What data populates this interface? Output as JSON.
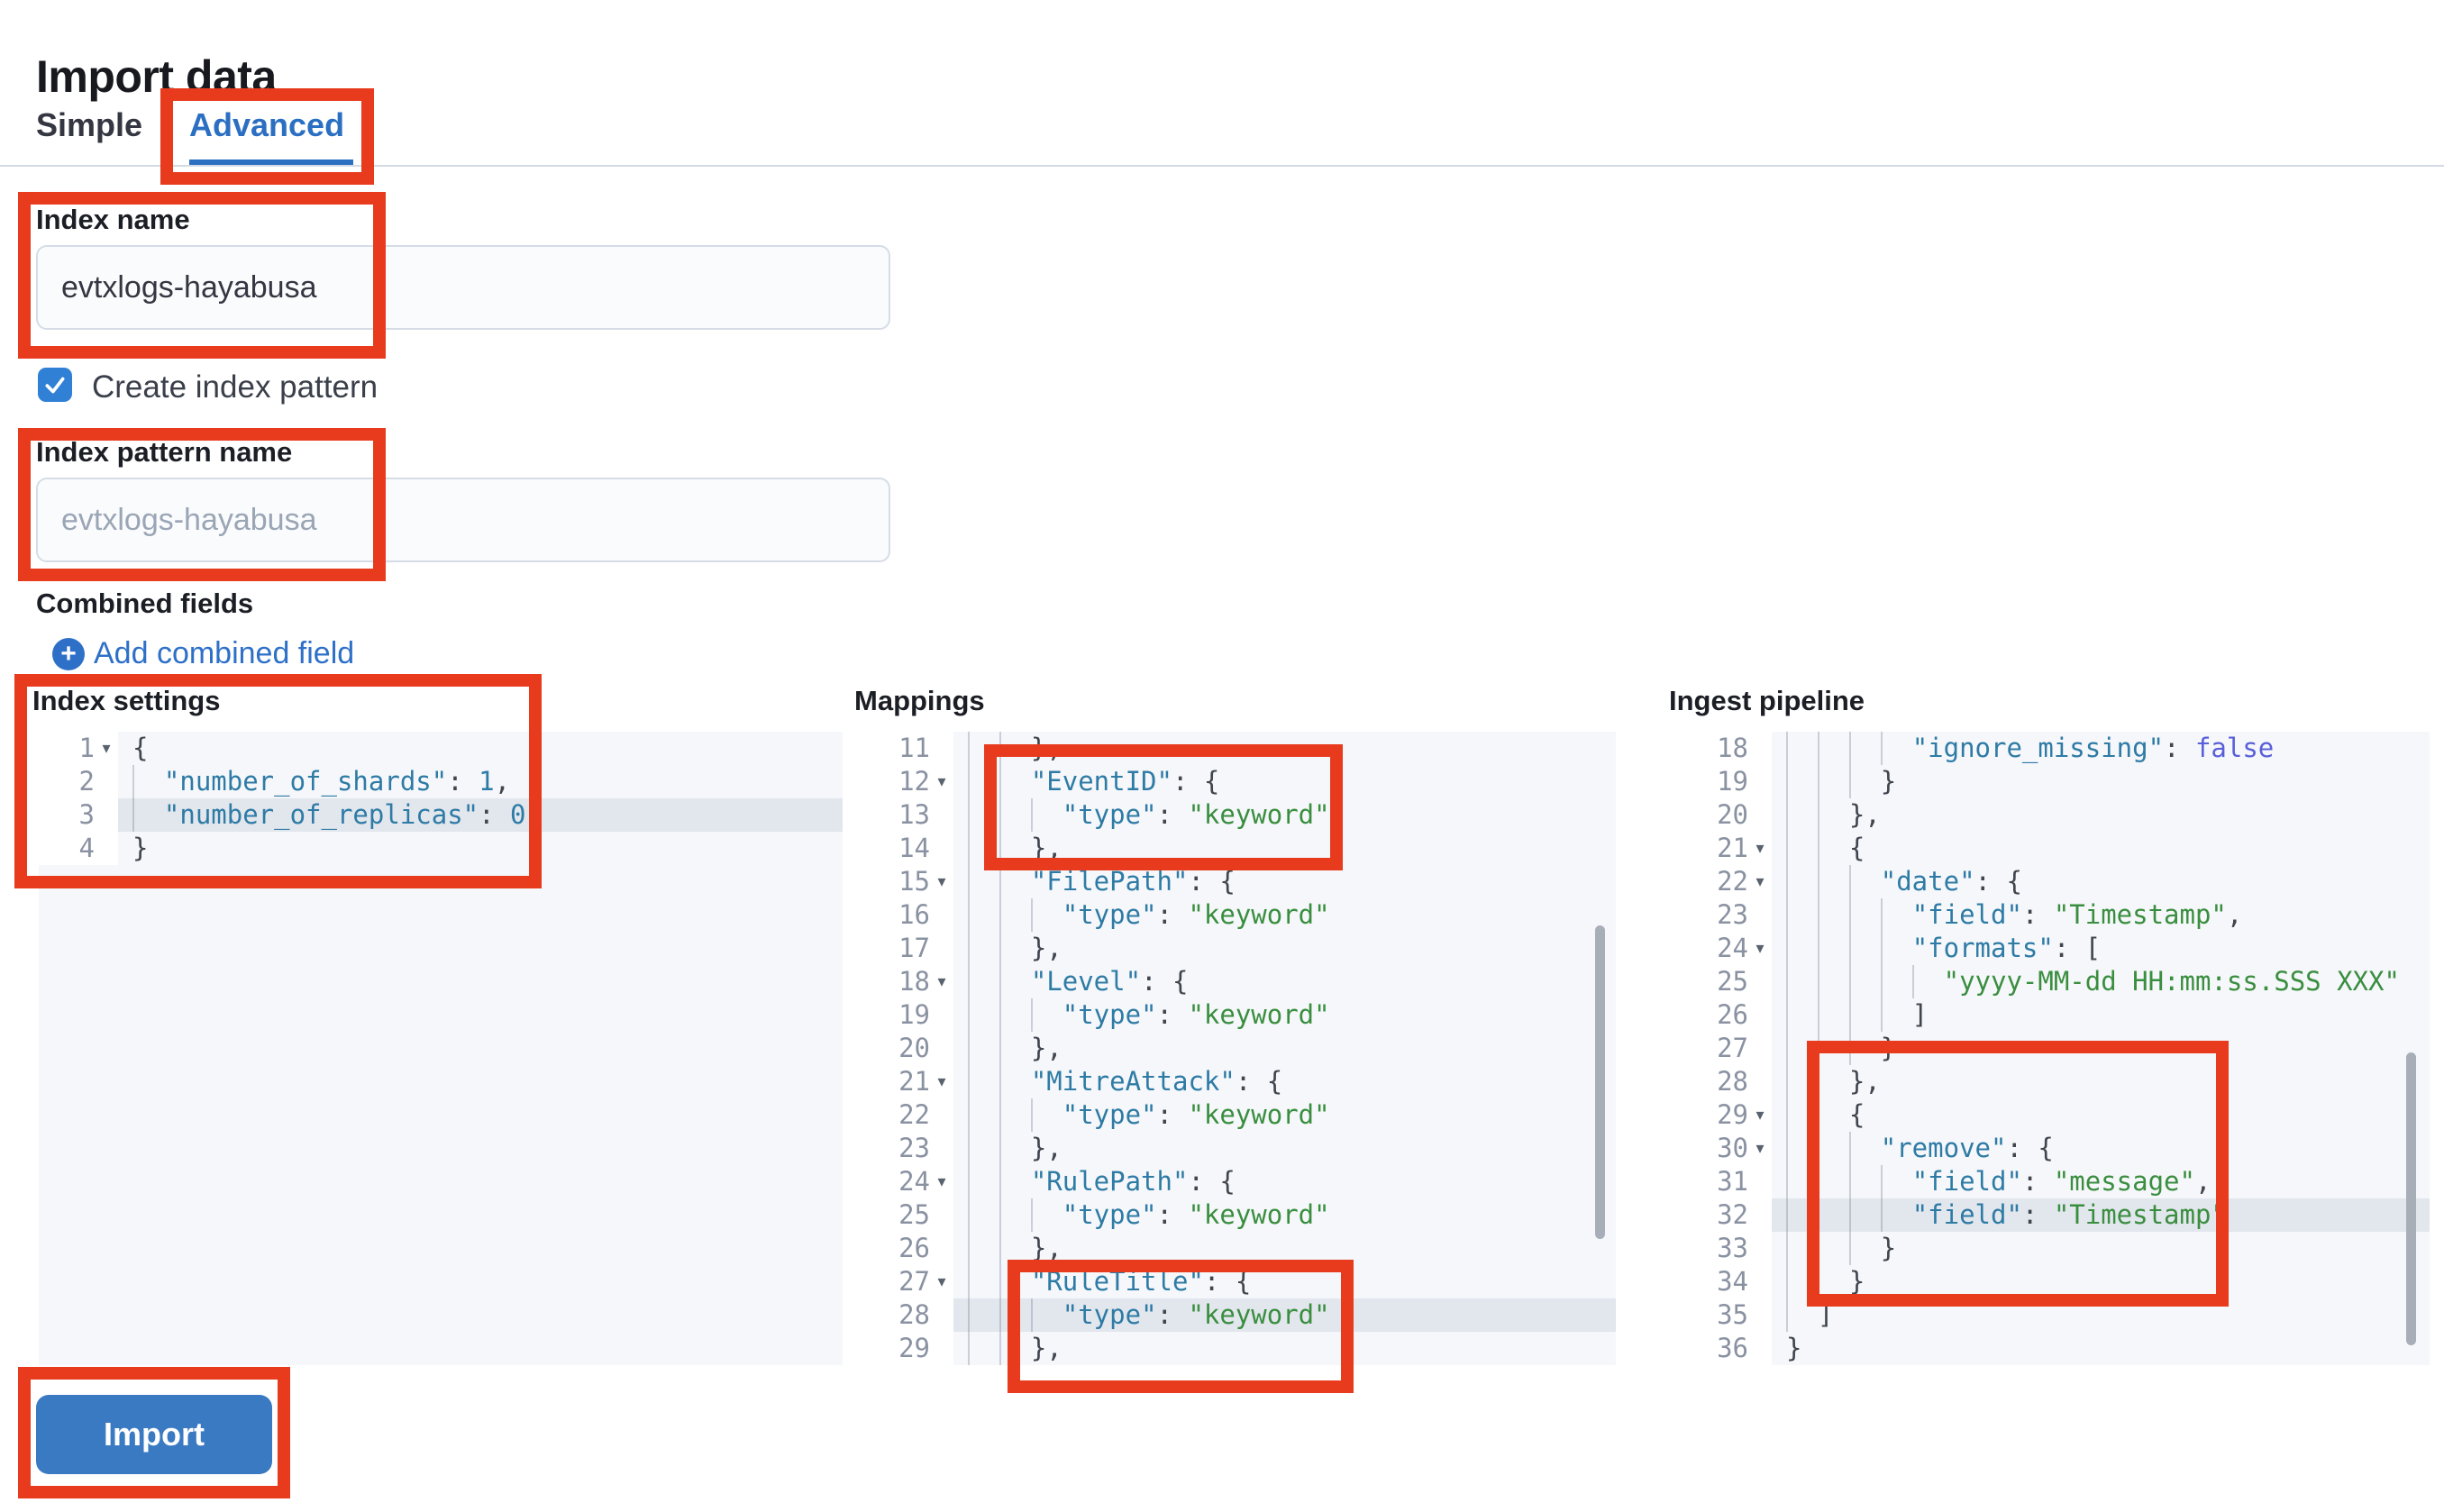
{
  "page": {
    "title": "Import data"
  },
  "tabs": {
    "simple": "Simple",
    "advanced": "Advanced"
  },
  "form": {
    "index_name_label": "Index name",
    "index_name_value": "evtxlogs-hayabusa",
    "create_index_pattern_label": "Create index pattern",
    "create_index_pattern_checked": true,
    "index_pattern_label": "Index pattern name",
    "index_pattern_placeholder": "evtxlogs-hayabusa",
    "combined_fields_label": "Combined fields",
    "add_combined_field_label": "Add combined field"
  },
  "actions": {
    "import_label": "Import"
  },
  "colors": {
    "annotation_red": "#e83b1e",
    "tab_active_blue": "#2b6fc2",
    "link_blue": "#2e70c8",
    "checkbox_blue": "#3080d6",
    "button_blue": "#3a7ac2",
    "code_key": "#2e7ba5",
    "code_string": "#3a8e3f",
    "code_number": "#2e7ba5",
    "code_boolean": "#5a5fd9",
    "active_line": "#e2e6ed"
  },
  "editors": [
    {
      "label": "Index settings",
      "lines": [
        {
          "n": 1,
          "fold": true,
          "hl": false,
          "parts": [
            [
              "p",
              "{"
            ]
          ]
        },
        {
          "n": 2,
          "fold": false,
          "hl": false,
          "parts": [
            [
              "p",
              "  "
            ],
            [
              "k",
              "\"number_of_shards\""
            ],
            [
              "p",
              ": "
            ],
            [
              "n",
              "1"
            ],
            [
              "p",
              ","
            ]
          ]
        },
        {
          "n": 3,
          "fold": false,
          "hl": true,
          "parts": [
            [
              "p",
              "  "
            ],
            [
              "k",
              "\"number_of_replicas\""
            ],
            [
              "p",
              ": "
            ],
            [
              "n",
              "0"
            ]
          ]
        },
        {
          "n": 4,
          "fold": false,
          "hl": false,
          "parts": [
            [
              "p",
              "}"
            ]
          ]
        }
      ]
    },
    {
      "label": "Mappings",
      "lines": [
        {
          "n": 11,
          "fold": false,
          "hl": false,
          "parts": [
            [
              "p",
              "    },"
            ]
          ]
        },
        {
          "n": 12,
          "fold": true,
          "hl": false,
          "parts": [
            [
              "p",
              "    "
            ],
            [
              "k",
              "\"EventID\""
            ],
            [
              "p",
              ": {"
            ]
          ]
        },
        {
          "n": 13,
          "fold": false,
          "hl": false,
          "parts": [
            [
              "p",
              "      "
            ],
            [
              "k",
              "\"type\""
            ],
            [
              "p",
              ": "
            ],
            [
              "s",
              "\"keyword\""
            ]
          ]
        },
        {
          "n": 14,
          "fold": false,
          "hl": false,
          "parts": [
            [
              "p",
              "    },"
            ]
          ]
        },
        {
          "n": 15,
          "fold": true,
          "hl": false,
          "parts": [
            [
              "p",
              "    "
            ],
            [
              "k",
              "\"FilePath\""
            ],
            [
              "p",
              ": {"
            ]
          ]
        },
        {
          "n": 16,
          "fold": false,
          "hl": false,
          "parts": [
            [
              "p",
              "      "
            ],
            [
              "k",
              "\"type\""
            ],
            [
              "p",
              ": "
            ],
            [
              "s",
              "\"keyword\""
            ]
          ]
        },
        {
          "n": 17,
          "fold": false,
          "hl": false,
          "parts": [
            [
              "p",
              "    },"
            ]
          ]
        },
        {
          "n": 18,
          "fold": true,
          "hl": false,
          "parts": [
            [
              "p",
              "    "
            ],
            [
              "k",
              "\"Level\""
            ],
            [
              "p",
              ": {"
            ]
          ]
        },
        {
          "n": 19,
          "fold": false,
          "hl": false,
          "parts": [
            [
              "p",
              "      "
            ],
            [
              "k",
              "\"type\""
            ],
            [
              "p",
              ": "
            ],
            [
              "s",
              "\"keyword\""
            ]
          ]
        },
        {
          "n": 20,
          "fold": false,
          "hl": false,
          "parts": [
            [
              "p",
              "    },"
            ]
          ]
        },
        {
          "n": 21,
          "fold": true,
          "hl": false,
          "parts": [
            [
              "p",
              "    "
            ],
            [
              "k",
              "\"MitreAttack\""
            ],
            [
              "p",
              ": {"
            ]
          ]
        },
        {
          "n": 22,
          "fold": false,
          "hl": false,
          "parts": [
            [
              "p",
              "      "
            ],
            [
              "k",
              "\"type\""
            ],
            [
              "p",
              ": "
            ],
            [
              "s",
              "\"keyword\""
            ]
          ]
        },
        {
          "n": 23,
          "fold": false,
          "hl": false,
          "parts": [
            [
              "p",
              "    },"
            ]
          ]
        },
        {
          "n": 24,
          "fold": true,
          "hl": false,
          "parts": [
            [
              "p",
              "    "
            ],
            [
              "k",
              "\"RulePath\""
            ],
            [
              "p",
              ": {"
            ]
          ]
        },
        {
          "n": 25,
          "fold": false,
          "hl": false,
          "parts": [
            [
              "p",
              "      "
            ],
            [
              "k",
              "\"type\""
            ],
            [
              "p",
              ": "
            ],
            [
              "s",
              "\"keyword\""
            ]
          ]
        },
        {
          "n": 26,
          "fold": false,
          "hl": false,
          "parts": [
            [
              "p",
              "    },"
            ]
          ]
        },
        {
          "n": 27,
          "fold": true,
          "hl": false,
          "parts": [
            [
              "p",
              "    "
            ],
            [
              "k",
              "\"RuleTitle\""
            ],
            [
              "p",
              ": {"
            ]
          ]
        },
        {
          "n": 28,
          "fold": false,
          "hl": true,
          "parts": [
            [
              "p",
              "      "
            ],
            [
              "k",
              "\"type\""
            ],
            [
              "p",
              ": "
            ],
            [
              "s",
              "\"keyword\""
            ]
          ]
        },
        {
          "n": 29,
          "fold": false,
          "hl": false,
          "parts": [
            [
              "p",
              "    },"
            ]
          ]
        }
      ]
    },
    {
      "label": "Ingest pipeline",
      "lines": [
        {
          "n": 18,
          "fold": false,
          "hl": false,
          "parts": [
            [
              "p",
              "        "
            ],
            [
              "k",
              "\"ignore_missing\""
            ],
            [
              "p",
              ": "
            ],
            [
              "b",
              "false"
            ]
          ]
        },
        {
          "n": 19,
          "fold": false,
          "hl": false,
          "parts": [
            [
              "p",
              "      }"
            ]
          ]
        },
        {
          "n": 20,
          "fold": false,
          "hl": false,
          "parts": [
            [
              "p",
              "    },"
            ]
          ]
        },
        {
          "n": 21,
          "fold": true,
          "hl": false,
          "parts": [
            [
              "p",
              "    {"
            ]
          ]
        },
        {
          "n": 22,
          "fold": true,
          "hl": false,
          "parts": [
            [
              "p",
              "      "
            ],
            [
              "k",
              "\"date\""
            ],
            [
              "p",
              ": {"
            ]
          ]
        },
        {
          "n": 23,
          "fold": false,
          "hl": false,
          "parts": [
            [
              "p",
              "        "
            ],
            [
              "k",
              "\"field\""
            ],
            [
              "p",
              ": "
            ],
            [
              "s",
              "\"Timestamp\""
            ],
            [
              "p",
              ","
            ]
          ]
        },
        {
          "n": 24,
          "fold": true,
          "hl": false,
          "parts": [
            [
              "p",
              "        "
            ],
            [
              "k",
              "\"formats\""
            ],
            [
              "p",
              ": ["
            ]
          ]
        },
        {
          "n": 25,
          "fold": false,
          "hl": false,
          "parts": [
            [
              "p",
              "          "
            ],
            [
              "s",
              "\"yyyy-MM-dd HH:mm:ss.SSS XXX\""
            ]
          ]
        },
        {
          "n": 26,
          "fold": false,
          "hl": false,
          "parts": [
            [
              "p",
              "        ]"
            ]
          ]
        },
        {
          "n": 27,
          "fold": false,
          "hl": false,
          "parts": [
            [
              "p",
              "      }"
            ]
          ]
        },
        {
          "n": 28,
          "fold": false,
          "hl": false,
          "parts": [
            [
              "p",
              "    },"
            ]
          ]
        },
        {
          "n": 29,
          "fold": true,
          "hl": false,
          "parts": [
            [
              "p",
              "    {"
            ]
          ]
        },
        {
          "n": 30,
          "fold": true,
          "hl": false,
          "parts": [
            [
              "p",
              "      "
            ],
            [
              "k",
              "\"remove\""
            ],
            [
              "p",
              ": {"
            ]
          ]
        },
        {
          "n": 31,
          "fold": false,
          "hl": false,
          "parts": [
            [
              "p",
              "        "
            ],
            [
              "k",
              "\"field\""
            ],
            [
              "p",
              ": "
            ],
            [
              "s",
              "\"message\""
            ],
            [
              "p",
              ","
            ]
          ]
        },
        {
          "n": 32,
          "fold": false,
          "hl": true,
          "parts": [
            [
              "p",
              "        "
            ],
            [
              "k",
              "\"field\""
            ],
            [
              "p",
              ": "
            ],
            [
              "s",
              "\"Timestamp\""
            ]
          ]
        },
        {
          "n": 33,
          "fold": false,
          "hl": false,
          "parts": [
            [
              "p",
              "      }"
            ]
          ]
        },
        {
          "n": 34,
          "fold": false,
          "hl": false,
          "parts": [
            [
              "p",
              "    }"
            ]
          ]
        },
        {
          "n": 35,
          "fold": false,
          "hl": false,
          "parts": [
            [
              "p",
              "  ]"
            ]
          ]
        },
        {
          "n": 36,
          "fold": false,
          "hl": false,
          "parts": [
            [
              "p",
              "}"
            ]
          ]
        }
      ]
    }
  ]
}
